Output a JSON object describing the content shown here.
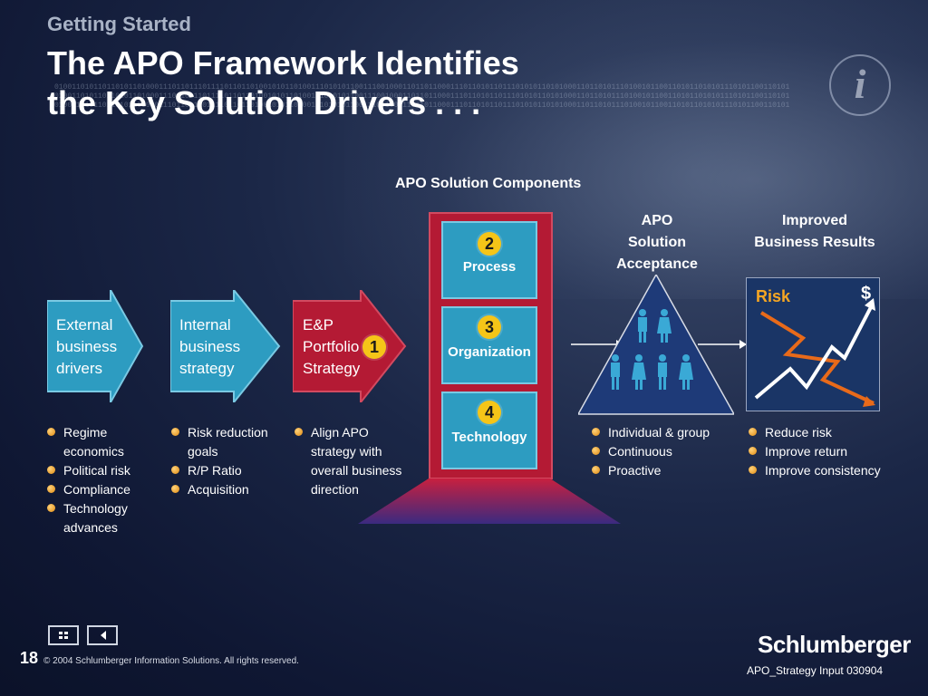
{
  "header": {
    "kicker": "Getting Started",
    "title_line1": "The APO Framework Identifies",
    "title_line2": "the Key Solution Drivers . . ."
  },
  "binary_text": "0100110101101101011010001110110111011110110110100101011010011101010110011100100011011011000111011010110111010101101010001101101011101001011001101011010101110101100110101",
  "components_title": "APO Solution Components",
  "acceptance_heading": [
    "APO",
    "Solution",
    "Acceptance"
  ],
  "results_heading": [
    "Improved",
    "Business Results"
  ],
  "arrows": [
    {
      "lines": [
        "External",
        "business",
        "drivers"
      ]
    },
    {
      "lines": [
        "Internal",
        "business",
        "strategy"
      ]
    },
    {
      "lines": [
        "E&P",
        "Portfolio",
        "Strategy"
      ],
      "number": "1"
    }
  ],
  "components": [
    {
      "number": "2",
      "label": "Process"
    },
    {
      "number": "3",
      "label": "Organization"
    },
    {
      "number": "4",
      "label": "Technology"
    }
  ],
  "bullets": {
    "external": [
      "Regime economics",
      "Political risk",
      "Compliance",
      "Technology advances"
    ],
    "internal": [
      "Risk reduction goals",
      "R/P Ratio",
      "Acquisition"
    ],
    "portfolio": "Align APO strategy with overall business direction",
    "acceptance": [
      "Individual & group",
      "Continuous",
      "Proactive"
    ],
    "results": [
      "Reduce risk",
      "Improve return",
      "Improve consistency"
    ]
  },
  "results_box": {
    "risk_label": "Risk",
    "dollar_label": "$"
  },
  "icons": {
    "info": "information-icon",
    "nav_home": "grid-icon",
    "nav_back": "back-arrow-icon"
  },
  "info_glyph": "i",
  "footer": {
    "slide_number": "18",
    "copyright": "© 2004 Schlumberger Information Solutions. All rights reserved.",
    "brand": "Schlumberger",
    "doc_id": "APO_Strategy Input 030904"
  },
  "colors": {
    "arrow_blue": "#2d9cc1",
    "arrow_red": "#b41a34",
    "frame_red": "#b41a34",
    "number_badge": "#f5c518",
    "risk_line": "#e86a1a",
    "return_line": "#ffffff",
    "bullet": "#e08a10"
  }
}
